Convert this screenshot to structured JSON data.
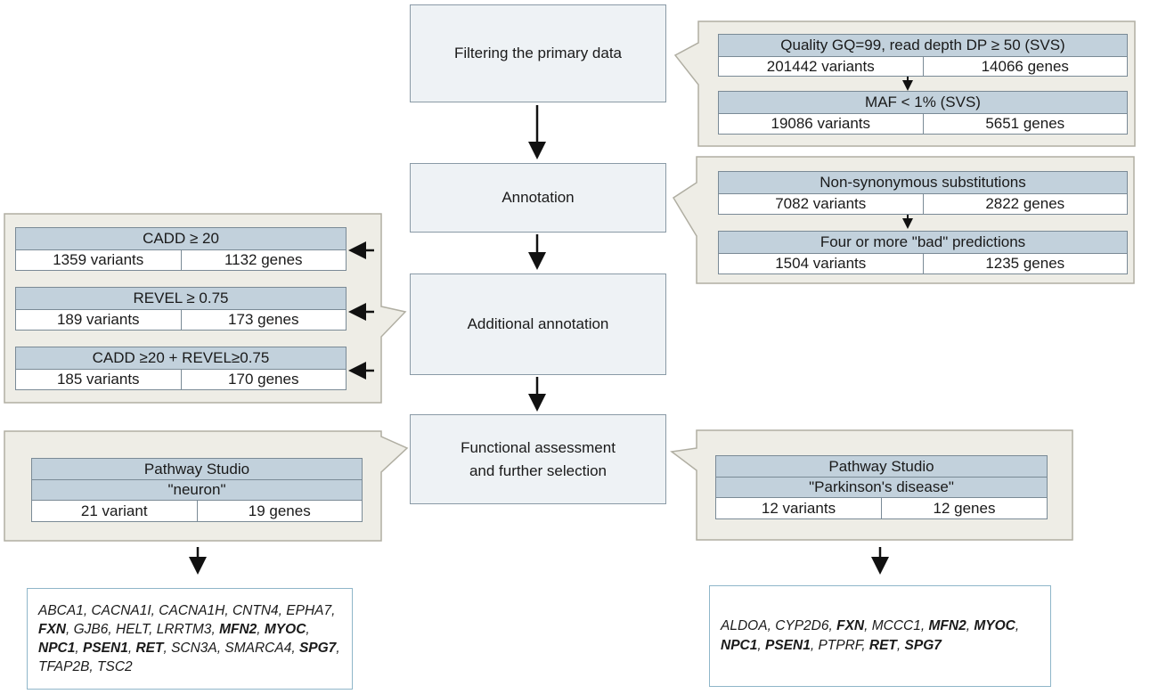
{
  "steps": {
    "filter": "Filtering the primary data",
    "annotation": "Annotation",
    "additional": "Additional annotation",
    "functional": "Functional assessment\n and further selection"
  },
  "filter_panel": {
    "quality": {
      "title": "Quality GQ=99, read depth DP ≥ 50 (SVS)",
      "variants": "201442 variants",
      "genes": "14066 genes"
    },
    "maf": {
      "title": "MAF < 1% (SVS)",
      "variants": "19086 variants",
      "genes": "5651 genes"
    }
  },
  "annotation_panel": {
    "nonsyn": {
      "title": "Non-synonymous substitutions",
      "variants": "7082 variants",
      "genes": "2822 genes"
    },
    "bad": {
      "title": "Four or more \"bad\" predictions",
      "variants": "1504 variants",
      "genes": "1235 genes"
    }
  },
  "additional_panel": {
    "cadd": {
      "title": "CADD ≥ 20",
      "variants": "1359 variants",
      "genes": "1132 genes"
    },
    "revel": {
      "title": "REVEL ≥ 0.75",
      "variants": "189 variants",
      "genes": "173 genes"
    },
    "both": {
      "title": "CADD ≥20 + REVEL≥0.75",
      "variants": "185 variants",
      "genes": "170 genes"
    }
  },
  "neuron_panel": {
    "tool": "Pathway Studio",
    "query": "\"neuron\"",
    "variants": "21 variant",
    "genes": "19 genes"
  },
  "parkinson_panel": {
    "tool": "Pathway Studio",
    "query": "\"Parkinson's disease\"",
    "variants": "12 variants",
    "genes": "12 genes"
  },
  "neuron_genes": [
    {
      "name": "ABCA1",
      "bold": false
    },
    {
      "name": "CACNA1I",
      "bold": false
    },
    {
      "name": "CACNA1H",
      "bold": false
    },
    {
      "name": "CNTN4",
      "bold": false
    },
    {
      "name": "EPHA7",
      "bold": false
    },
    {
      "name": "FXN",
      "bold": true
    },
    {
      "name": "GJB6",
      "bold": false
    },
    {
      "name": "HELT",
      "bold": false
    },
    {
      "name": "LRRTM3",
      "bold": false
    },
    {
      "name": "MFN2",
      "bold": true
    },
    {
      "name": "MYOC",
      "bold": true
    },
    {
      "name": "NPC1",
      "bold": true
    },
    {
      "name": "PSEN1",
      "bold": true
    },
    {
      "name": "RET",
      "bold": true
    },
    {
      "name": "SCN3A",
      "bold": false
    },
    {
      "name": "SMARCA4",
      "bold": false
    },
    {
      "name": "SPG7",
      "bold": true
    },
    {
      "name": "TFAP2B",
      "bold": false
    },
    {
      "name": "TSC2",
      "bold": false
    }
  ],
  "parkinson_genes": [
    {
      "name": "ALDOA",
      "bold": false
    },
    {
      "name": "CYP2D6",
      "bold": false
    },
    {
      "name": "FXN",
      "bold": true
    },
    {
      "name": "MCCC1",
      "bold": false
    },
    {
      "name": "MFN2",
      "bold": true
    },
    {
      "name": "MYOC",
      "bold": true
    },
    {
      "name": "NPC1",
      "bold": true
    },
    {
      "name": "PSEN1",
      "bold": true
    },
    {
      "name": "PTPRF",
      "bold": false
    },
    {
      "name": "RET",
      "bold": true
    },
    {
      "name": "SPG7",
      "bold": true
    }
  ],
  "colors": {
    "step_fill": "#eef2f5",
    "panel_fill": "#eeede6",
    "header_fill": "#c2d1dc",
    "gene_border": "#8fb6c9"
  }
}
